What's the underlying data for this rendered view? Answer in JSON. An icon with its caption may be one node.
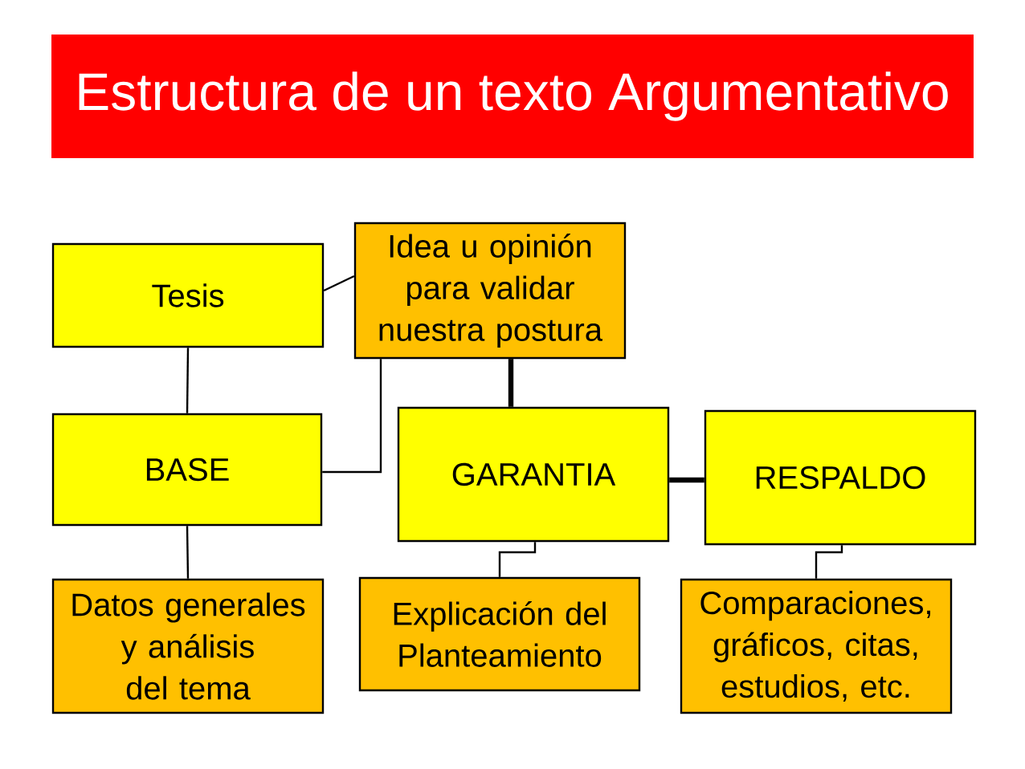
{
  "diagram": {
    "title": "Estructura de un texto Argumentativo",
    "nodes": [
      {
        "text": [
          "Tesis"
        ]
      },
      {
        "text": [
          "Idea  u opinión para validar nuestra postura"
        ]
      },
      {
        "text": [
          "BASE"
        ]
      },
      {
        "text": [
          "GARANTIA"
        ]
      },
      {
        "text": [
          "RESPALDO"
        ]
      },
      {
        "text": [
          "Datos generales y análisis del tema"
        ]
      },
      {
        "text": [
          "Explicación del Planteamiento"
        ]
      },
      {
        "text": [
          "Comparaciones, gráficos, citas, estudios, etc."
        ]
      }
    ],
    "edges": [
      {
        "from": 0,
        "to": 1,
        "arrow": "none"
      },
      {
        "from": 0,
        "to": 2,
        "arrow": "none"
      },
      {
        "from": 1,
        "to": 2,
        "arrow": "none"
      },
      {
        "from": 1,
        "to": 3,
        "arrow": "none",
        "style": "thick"
      },
      {
        "from": 3,
        "to": 4,
        "arrow": "none",
        "style": "thick"
      },
      {
        "from": 2,
        "to": 5,
        "arrow": "none"
      },
      {
        "from": 3,
        "to": 6,
        "arrow": "none"
      },
      {
        "from": 4,
        "to": 7,
        "arrow": "none"
      }
    ]
  }
}
